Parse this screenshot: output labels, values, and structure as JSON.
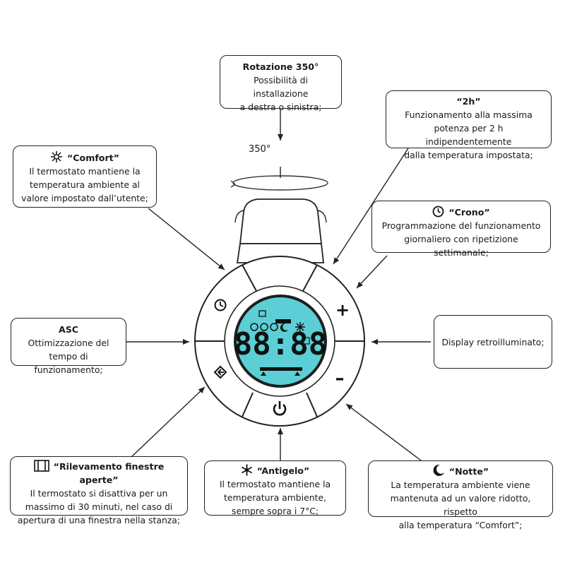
{
  "rotation_label": "350°",
  "callouts": {
    "rotazione": {
      "title": "Rotazione 350°",
      "lines": [
        "Possibilità di installazione",
        "a destra o sinistra;"
      ]
    },
    "due_h": {
      "title": "“2h”",
      "lines": [
        "Funzionamento alla massima",
        "potenza per 2 h indipendentemente",
        "dalla temperatura impostata;"
      ]
    },
    "comfort": {
      "title": "“Comfort”",
      "icon": "sun-icon",
      "lines": [
        "Il termostato mantiene la",
        "temperatura ambiente al",
        "valore impostato dall’utente;"
      ]
    },
    "crono": {
      "title": "“Crono”",
      "icon": "clock-icon",
      "lines": [
        "Programmazione del funzionamento",
        "giornaliero con ripetizione settimanale;"
      ]
    },
    "asc": {
      "title": "ASC",
      "lines": [
        "Ottimizzazione del",
        "tempo di funzionamento;"
      ]
    },
    "display": {
      "title": "",
      "lines": [
        "Display retroilluminato;"
      ]
    },
    "finestre": {
      "title": "“Rilevamento finestre aperte”",
      "icon": "window-icon",
      "lines": [
        "Il termostato si disattiva per  un",
        "massimo di 30 minuti, nel caso di",
        "apertura di una finestra nella stanza;"
      ]
    },
    "antigelo": {
      "title": "“Antigelo”",
      "icon": "snowflake-icon",
      "lines": [
        "Il termostato mantiene la",
        "temperatura ambiente,",
        "sempre sopra i 7°C;"
      ]
    },
    "notte": {
      "title": "“Notte”",
      "icon": "moon-icon",
      "lines": [
        "La temperatura ambiente viene",
        "mantenuta ad un valore ridotto, rispetto",
        "alla temperatura “Comfort”;"
      ]
    }
  },
  "device": {
    "display_digits": "88:88",
    "lcd_color": "#5ccfd6",
    "buttons": {
      "plus": "+",
      "minus": "–"
    }
  }
}
